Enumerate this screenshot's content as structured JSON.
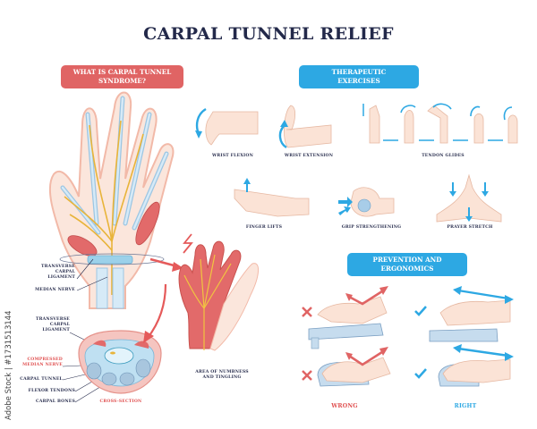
{
  "title": "CARPAL TUNNEL RELIEF",
  "watermark": "Adobe Stock | #1731513144",
  "colors": {
    "title": "#23294a",
    "red_accent": "#e06464",
    "blue_accent": "#2da8e3",
    "skin": "#fbe3d6",
    "bone": "#bfdcf0",
    "nerve": "#e8b43a"
  },
  "sections": {
    "syndrome": {
      "heading_line1": "WHAT IS CARPAL TUNNEL",
      "heading_line2": "SYNDROME?",
      "labels": {
        "transverse_ligament_top_1": "TRANSVERSE",
        "transverse_ligament_top_2": "CARPAL",
        "transverse_ligament_top_3": "LIGAMENT",
        "median_nerve": "MEDIAN NERVE",
        "transverse_ligament_1": "TRANSVERSE",
        "transverse_ligament_2": "CARPAL",
        "transverse_ligament_3": "LIGAMENT",
        "compressed_1": "COMPRESSED",
        "compressed_2": "MEDIAN NERVE",
        "carpal_tunnel": "CARPAL TUNNEL",
        "flexor_tendons": "FLEXOR TENDONS",
        "carpal_bones": "CARPAL BONES",
        "cross_section": "CROSS-SECTION",
        "numbness_1": "AREA OF NUMBNESS",
        "numbness_2": "AND TINGLING"
      }
    },
    "exercises": {
      "heading_line1": "THERAPEUTIC",
      "heading_line2": "EXERCISES",
      "items": [
        {
          "label": "WRIST FLEXION"
        },
        {
          "label": "WRIST EXTENSION"
        },
        {
          "label": "TENDON GLIDES"
        },
        {
          "label": "FINGER LIFTS"
        },
        {
          "label": "GRIP STRENGTHENING"
        },
        {
          "label": "PRAYER STRETCH"
        }
      ]
    },
    "prevention": {
      "heading_line1": "PREVENTION AND",
      "heading_line2": "ERGONOMICS",
      "wrong_label": "WRONG",
      "right_label": "RIGHT"
    }
  }
}
